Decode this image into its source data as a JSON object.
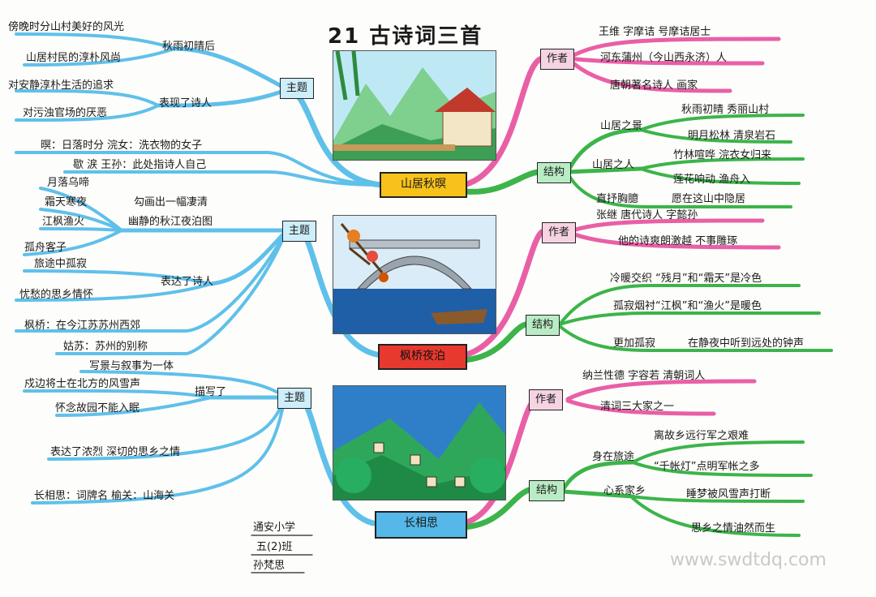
{
  "title": "21 古诗词三首",
  "poems": {
    "p1": {
      "name": "山居秋暝",
      "theme_label": "主题",
      "theme_left": [
        "傍晚时分山村美好的风光",
        "山居村民的淳朴风尚",
        "对安静淳朴生活的追求",
        "对污浊官场的厌恶"
      ],
      "theme_mid": [
        "秋雨初晴后",
        "表现了诗人"
      ],
      "notes": [
        "暝：日落时分  浣女：洗衣物的女子",
        "歇 涙  王孙：此处指诗人自己"
      ],
      "author_label": "作者",
      "author": [
        "王维  字摩诘  号摩诘居士",
        "河东蒲州（今山西永济）人",
        "唐朝著名诗人  画家"
      ],
      "structure_label": "结构",
      "structure": {
        "a": "山居之景",
        "a_items": [
          "秋雨初晴  秀丽山村",
          "明月松林  清泉岩石"
        ],
        "b": "山居之人",
        "b_items": [
          "竹林喧哗  浣衣女归来",
          "莲花响动  渔舟入"
        ],
        "c": "直抒胸臆",
        "c_item": "愿在这山中隐居"
      }
    },
    "p2": {
      "name": "枫桥夜泊",
      "theme_label": "主题",
      "theme_left": [
        "月落乌啼",
        "霜天寒夜",
        "江枫渔火",
        "孤舟客子"
      ],
      "theme_mid": [
        "勾画出一幅凄清",
        "幽静的秋江夜泊图"
      ],
      "express_mid": "表达了诗人",
      "express_left": [
        "旅途中孤寂",
        "忧愁的思乡情怀"
      ],
      "notes": [
        "枫桥：在今江苏苏州西郊",
        "姑苏：苏州的别称"
      ],
      "author_label": "作者",
      "author": [
        "张继  唐代诗人  字懿孙",
        "他的诗爽朗激越  不事雕琢"
      ],
      "structure_label": "结构",
      "structure": [
        "冷暖交织 “残月”和“霜天”是冷色",
        "孤寂烟衬“江枫”和“渔火”是暖色",
        "更加孤寂"
      ],
      "structure_extra": "在静夜中听到远处的钟声"
    },
    "p3": {
      "name": "长相思",
      "theme_label": "主题",
      "theme_top": "写景与叙事为一体",
      "theme_left": [
        "戍边将士在北方的风雪声",
        "怀念故园不能入眠"
      ],
      "theme_mid": "描写了",
      "express": "表达了浓烈  深切的思乡之情",
      "note": "长相思：词牌名  榆关：山海关",
      "author_label": "作者",
      "author": [
        "纳兰性德  字容若  清朝词人",
        "清词三大家之一"
      ],
      "structure_label": "结构",
      "structure": {
        "a": "身在旅途",
        "a_items": [
          "离故乡远行军之艰难",
          "“千帐灯”点明军帐之多"
        ],
        "b": "心系家乡",
        "b_items": [
          "睡梦被风雪声打断",
          "思乡之情油然而生"
        ]
      }
    }
  },
  "signature": [
    "通安小学",
    "五(2)班",
    "孙梵思"
  ],
  "watermark": "www.swdtdq.com",
  "colors": {
    "pink": "#e95fa6",
    "green": "#3cb44a",
    "blue": "#5fc0ea",
    "red": "#e8392f",
    "yellow": "#f7c21c"
  }
}
